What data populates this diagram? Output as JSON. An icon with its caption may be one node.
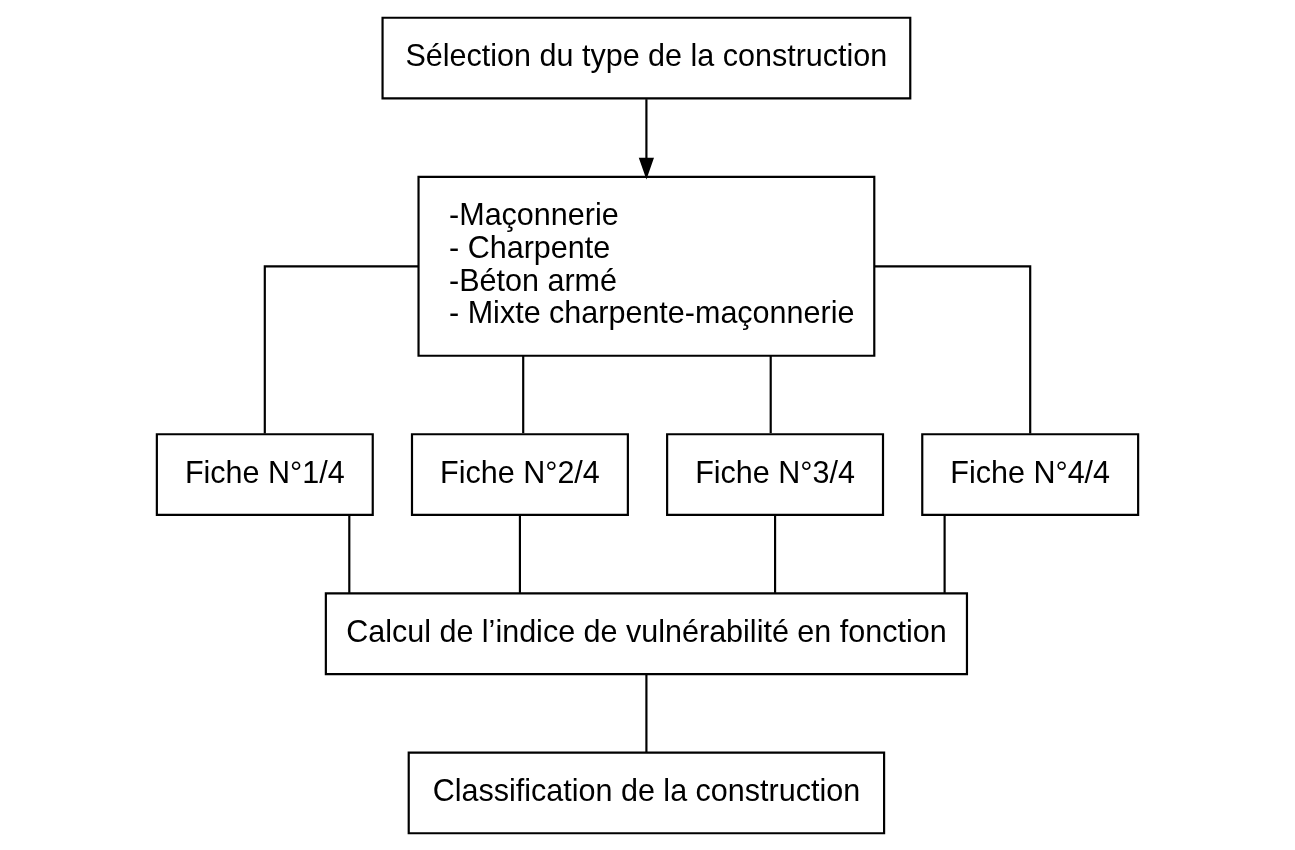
{
  "diagram": {
    "nodes": [
      {
        "text": [
          "Sélection du type de la construction"
        ]
      },
      {
        "text": [
          "-Maçonnerie",
          "- Charpente",
          "-Béton armé",
          "- Mixte charpente-maçonnerie"
        ]
      },
      {
        "text": [
          "Fiche N°1/4"
        ]
      },
      {
        "text": [
          "Fiche N°2/4"
        ]
      },
      {
        "text": [
          "Fiche N°3/4"
        ]
      },
      {
        "text": [
          "Fiche N°4/4"
        ]
      },
      {
        "text": [
          "Calcul de l’indice de vulnérabilité en fonction"
        ]
      },
      {
        "text": [
          "Classification de la construction"
        ]
      }
    ],
    "edges": [
      {
        "from": 0,
        "to": 1,
        "arrow": "to"
      },
      {
        "from": 1,
        "to": 2,
        "arrow": "none"
      },
      {
        "from": 1,
        "to": 3,
        "arrow": "none"
      },
      {
        "from": 1,
        "to": 4,
        "arrow": "none"
      },
      {
        "from": 1,
        "to": 5,
        "arrow": "none"
      },
      {
        "from": 2,
        "to": 6,
        "arrow": "none"
      },
      {
        "from": 3,
        "to": 6,
        "arrow": "none"
      },
      {
        "from": 4,
        "to": 6,
        "arrow": "none"
      },
      {
        "from": 5,
        "to": 6,
        "arrow": "none"
      },
      {
        "from": 6,
        "to": 7,
        "arrow": "none"
      }
    ]
  }
}
